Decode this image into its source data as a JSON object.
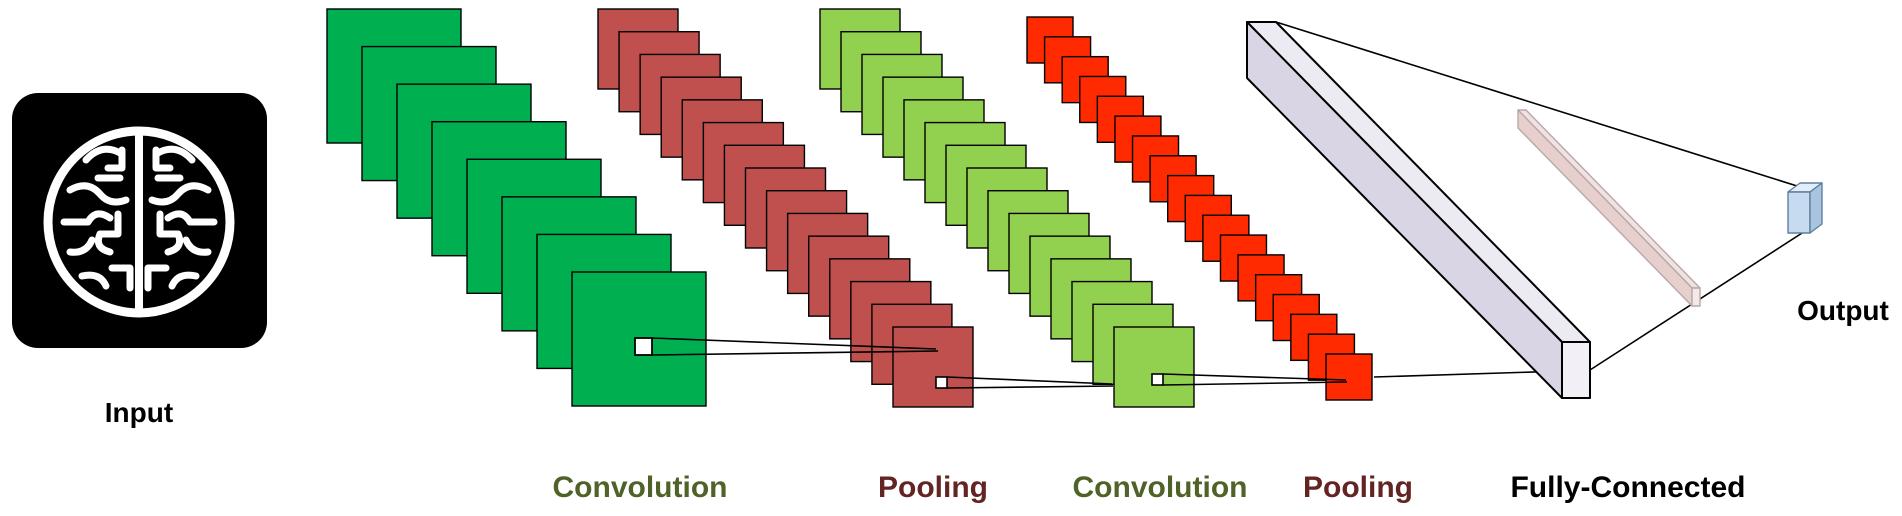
{
  "labels": {
    "input": "Input",
    "conv1": "Convolution",
    "pool1": "Pooling",
    "conv2": "Convolution",
    "pool2": "Pooling",
    "fc": "Fully-Connected",
    "output": "Output"
  },
  "colors": {
    "conv1": "#00b050",
    "pool1": "#c0504d",
    "conv2": "#92d050",
    "pool2": "#ff2a00",
    "fc_main": "#d9d5e4",
    "fc_hidden": "#e6cfcd",
    "output_cube": "#c6dbf0",
    "conv_label": "#4f6228",
    "pool_label": "#632523",
    "input_bg": "#000000",
    "brain": "#ffffff"
  },
  "icons": {
    "input_image": "brain-icon"
  },
  "layers": {
    "conv1_maps": 8,
    "pool1_maps": 15,
    "conv2_maps": 15,
    "pool2_maps": 18
  }
}
